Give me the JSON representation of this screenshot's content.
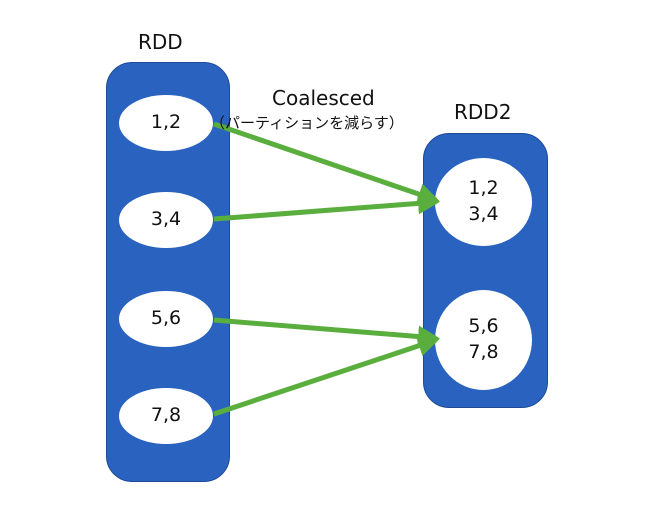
{
  "rdd": {
    "title": "RDD",
    "partitions": [
      "1,2",
      "3,4",
      "5,6",
      "7,8"
    ]
  },
  "rdd2": {
    "title": "RDD2",
    "partitions": [
      {
        "line1": "1,2",
        "line2": "3,4"
      },
      {
        "line1": "5,6",
        "line2": "7,8"
      }
    ]
  },
  "operation": {
    "name": "Coalesced",
    "note": "（パーティションを減らす）"
  },
  "colors": {
    "rdd_fill": "#2a62c0",
    "arrow": "#5aae3e",
    "partition_fill": "#ffffff"
  }
}
